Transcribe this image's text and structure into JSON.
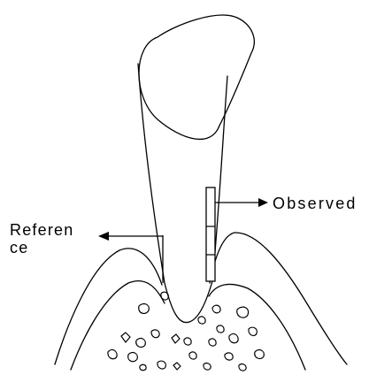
{
  "labels": {
    "observed": "Observed",
    "reference_line1": "Referen",
    "reference_line2": "ce"
  },
  "colors": {
    "ink": "#000000",
    "background": "#ffffff"
  }
}
